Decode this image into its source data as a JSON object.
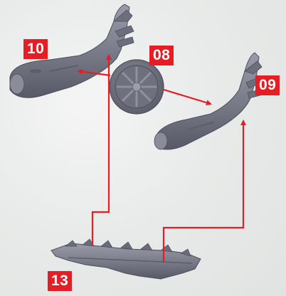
{
  "diagram": {
    "labels": {
      "part_10": "10",
      "part_08": "08",
      "part_09": "09",
      "part_13": "13"
    },
    "colors": {
      "label_bg": "#e31e24",
      "label_text": "#ffffff",
      "connector": "#e31e24",
      "part_fill": "#7a7c8a",
      "part_shadow": "#5a5c68",
      "part_highlight": "#9ea0ae"
    }
  }
}
